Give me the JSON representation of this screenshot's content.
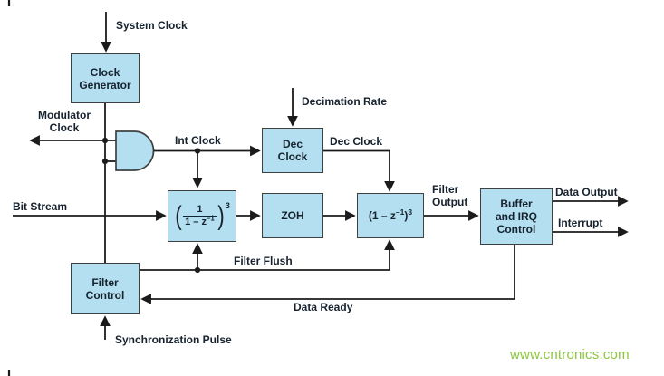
{
  "colors": {
    "box_fill": "#b3dff0",
    "box_border": "#3f4040",
    "line_color": "#1b1b1b",
    "text_color": "#16222e",
    "watermark_color": "#8cc63e"
  },
  "diagram": {
    "signals": {
      "system_clock": "System Clock",
      "modulator_clock": [
        "Modulator",
        "Clock"
      ],
      "int_clock": "Int Clock",
      "decimation_rate": "Decimation Rate",
      "dec_clock": "Dec Clock",
      "bit_stream": "Bit Stream",
      "filter_output": [
        "Filter",
        "Output"
      ],
      "data_output": "Data Output",
      "interrupt": "Interrupt",
      "filter_flush": "Filter Flush",
      "data_ready": "Data Ready",
      "synchronization_pulse": "Synchronization Pulse"
    },
    "blocks": {
      "clock_generator": [
        "Clock",
        "Generator"
      ],
      "dec_clock_block": [
        "Dec",
        "Clock"
      ],
      "sinc_filter": {
        "paren_open": "(",
        "numerator": "1",
        "den_base": "1 – z",
        "den_exp": "–1",
        "paren_close": ")",
        "exponent": "3"
      },
      "zoh": "ZOH",
      "differentiator": {
        "base": "(1 – z",
        "inner_exp": "–1",
        "close": ")",
        "exponent": "3"
      },
      "buffer_irq": [
        "Buffer",
        "and IRQ",
        "Control"
      ],
      "filter_control": [
        "Filter",
        "Control"
      ]
    },
    "gate": {
      "type": "AND"
    },
    "watermark": "www.cntronics.com"
  }
}
